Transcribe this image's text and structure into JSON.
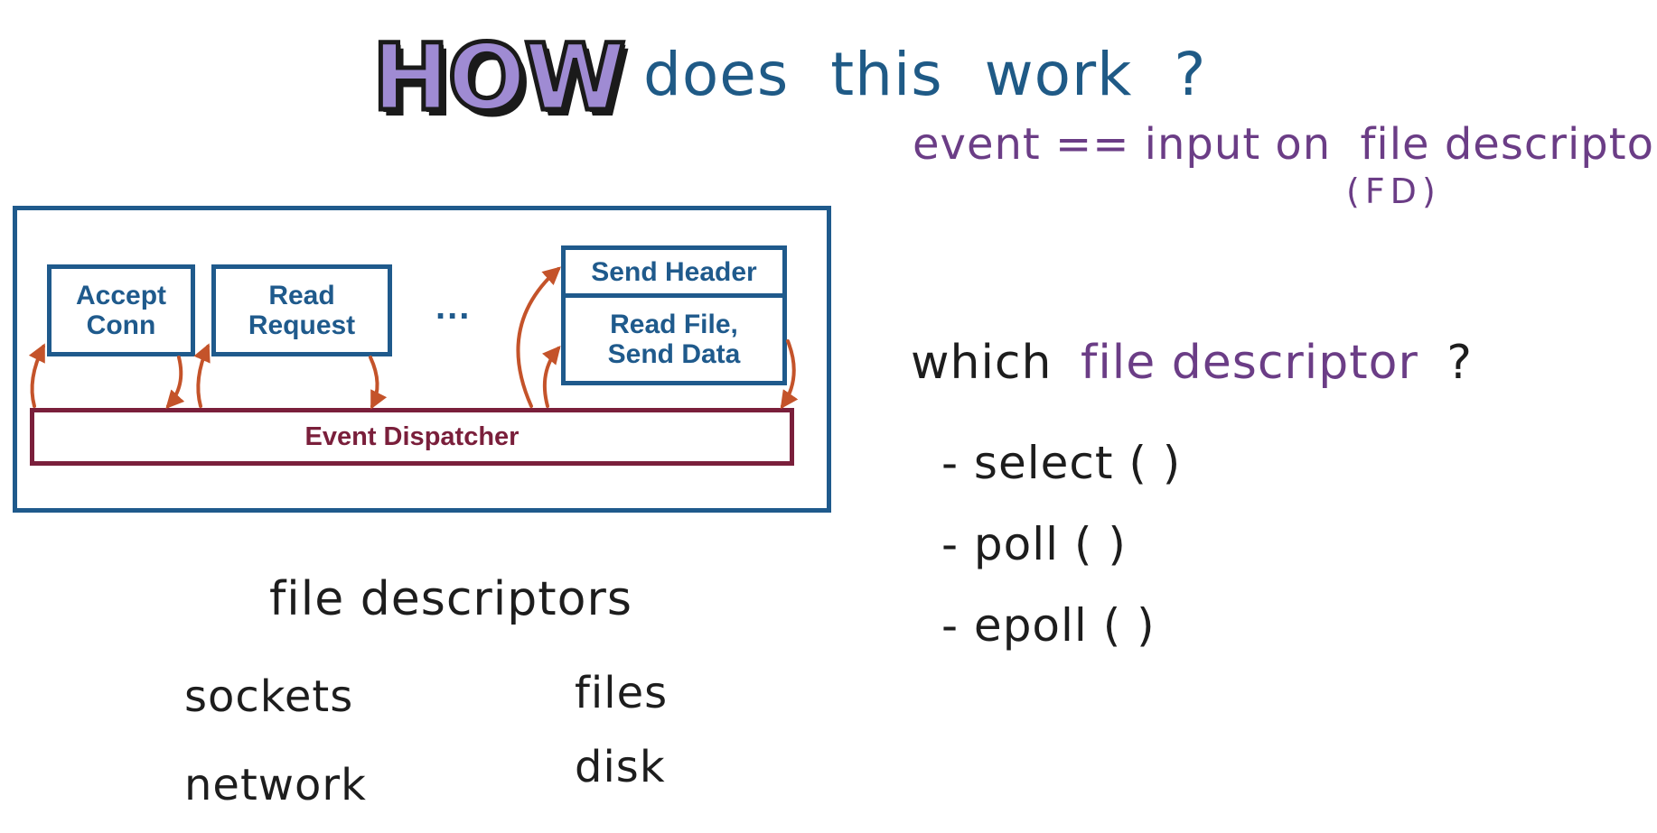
{
  "header": {
    "logo_text": "HOW",
    "question": "does this work ?"
  },
  "notes": {
    "event_definition": "event == input on",
    "event_term": "file descriptor",
    "event_abbrev": "(FD)",
    "which_prefix": "which",
    "which_term": "file descriptor",
    "which_suffix": "?",
    "options": [
      "- select ( )",
      "- poll ( )",
      "- epoll ( )"
    ]
  },
  "diagram": {
    "boxes": {
      "accept_conn": [
        "Accept",
        "Conn"
      ],
      "read_request": [
        "Read",
        "Request"
      ],
      "send_header": "Send Header",
      "read_file": [
        "Read File,",
        "Send Data"
      ]
    },
    "ellipsis": "...",
    "dispatcher": "Event Dispatcher"
  },
  "bottom": {
    "heading": "file descriptors",
    "col1": [
      "sockets",
      "network"
    ],
    "col2": [
      "files",
      "disk"
    ]
  },
  "colors": {
    "diagram_blue": "#1f5a8c",
    "dispatcher_maroon": "#7a1f3b",
    "arrow_orange": "#c4532a",
    "ink_blue": "#1f5a86",
    "ink_purple": "#6b3d86",
    "ink_black": "#1d1d1d",
    "logo_fill": "#9f8bd3"
  }
}
